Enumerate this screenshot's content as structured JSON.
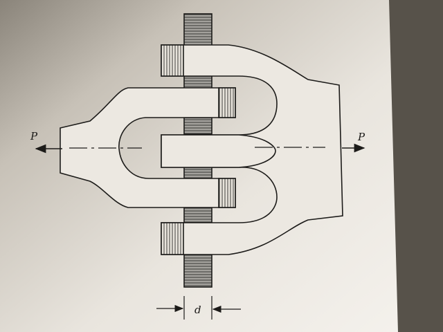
{
  "labels": {
    "load_left": "P",
    "load_right": "P",
    "pin_diameter": "d"
  },
  "colors": {
    "page": "#f1ede6",
    "page_shadow": "#d9d4cc",
    "background": "#57524a",
    "ink": "#1c1b19",
    "pin_fill": "#9c9a95"
  }
}
